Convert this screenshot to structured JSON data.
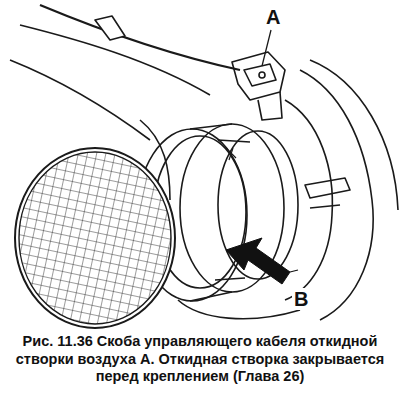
{
  "diagram": {
    "caption": "Рис. 11.36 Скоба управляющего кабеля откидной створки воздуха А. Откидная створка закрывается перед креплением (Глава 26)",
    "labels": [
      "A",
      "B"
    ]
  }
}
